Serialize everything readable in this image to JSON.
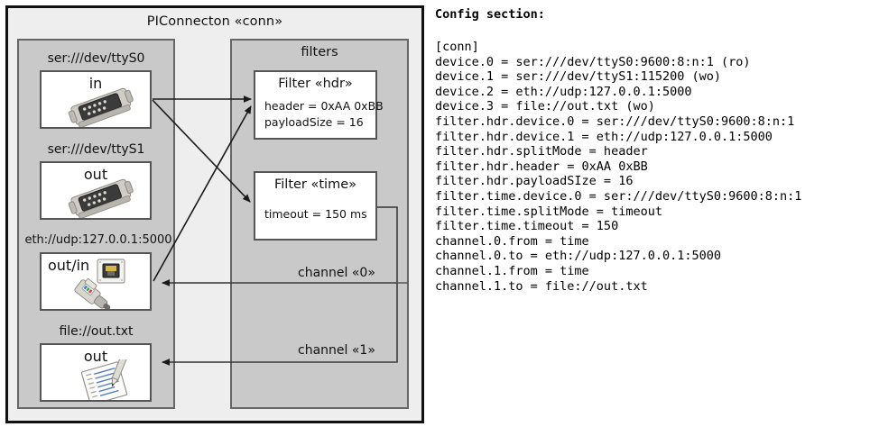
{
  "component": {
    "title": "PIConnecton «conn»",
    "devices_panel": {
      "nodes": [
        {
          "caption": "ser:///dev/ttyS0",
          "label": "in",
          "icon": "serial-connector-icon"
        },
        {
          "caption": "ser:///dev/ttyS1",
          "label": "out",
          "icon": "serial-connector-icon"
        },
        {
          "caption": "eth://udp:127.0.0.1:5000",
          "label": "out/in",
          "icon": "ethernet-jack-icon"
        },
        {
          "caption": "file://out.txt",
          "label": "out",
          "icon": "text-file-icon"
        }
      ]
    },
    "filters_panel": {
      "title": "filters",
      "filters": [
        {
          "title": "Filter «hdr»",
          "props": [
            "header = 0xAA 0xBB",
            "payloadSize = 16"
          ]
        },
        {
          "title": "Filter «time»",
          "props": [
            "timeout = 150 ms"
          ]
        }
      ],
      "channels": [
        {
          "label": "channel «0»"
        },
        {
          "label": "channel «1»"
        }
      ]
    }
  },
  "config": {
    "heading": "Config section:",
    "lines": [
      "[conn]",
      "device.0 = ser:///dev/ttyS0:9600:8:n:1 (ro)",
      "device.1 = ser:///dev/ttyS1:115200 (wo)",
      "device.2 = eth://udp:127.0.0.1:5000",
      "device.3 = file://out.txt (wo)",
      "filter.hdr.device.0 = ser:///dev/ttyS0:9600:8:n:1",
      "filter.hdr.device.1 = eth://udp:127.0.0.1:5000",
      "filter.hdr.splitMode = header",
      "filter.hdr.header = 0xAA 0xBB",
      "filter.hdr.payloadSIze = 16",
      "filter.time.device.0 = ser:///dev/ttyS0:9600:8:n:1",
      "filter.time.splitMode = timeout",
      "filter.time.timeout = 150",
      "channel.0.from = time",
      "channel.0.to = eth://udp:127.0.0.1:5000",
      "channel.1.from = time",
      "channel.1.to = file://out.txt"
    ]
  },
  "colors": {
    "page_background": "#ffffff",
    "outer_frame_fill": "#eeeeee",
    "outer_frame_border": "#111111",
    "panel_fill": "#c9c9c9",
    "panel_border": "#666666",
    "node_fill": "#ffffff",
    "node_border": "#555555",
    "wire": "#1a1a1a",
    "text": "#111111"
  }
}
